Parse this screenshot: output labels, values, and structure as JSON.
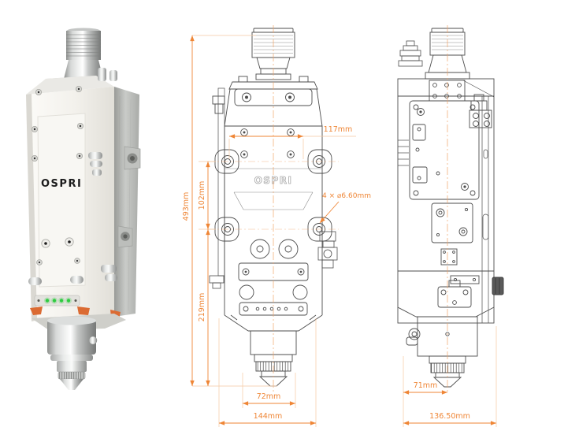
{
  "product": {
    "brand": "OSPRI"
  },
  "photo_view": {
    "logo": "OSPRI"
  },
  "front_view": {
    "logo": "OSPRI",
    "dims": {
      "overall_height": "493mm",
      "mount_hole_spacing": "102mm",
      "mount_to_tip": "219mm",
      "upper_width": "117mm",
      "mount_holes": "4 × ⌀6.60mm",
      "nozzle_span": "72mm",
      "overall_width": "144mm"
    }
  },
  "side_view": {
    "dims": {
      "nozzle_offset": "71mm",
      "overall_depth": "136.50mm"
    }
  },
  "colors": {
    "dimension_accent": "#ef8636",
    "dimension_light": "#f5c9a2",
    "drawing_line": "#4d4d4d",
    "led_green": "#2ecc40",
    "photo_accent_orange": "#db6b33"
  }
}
